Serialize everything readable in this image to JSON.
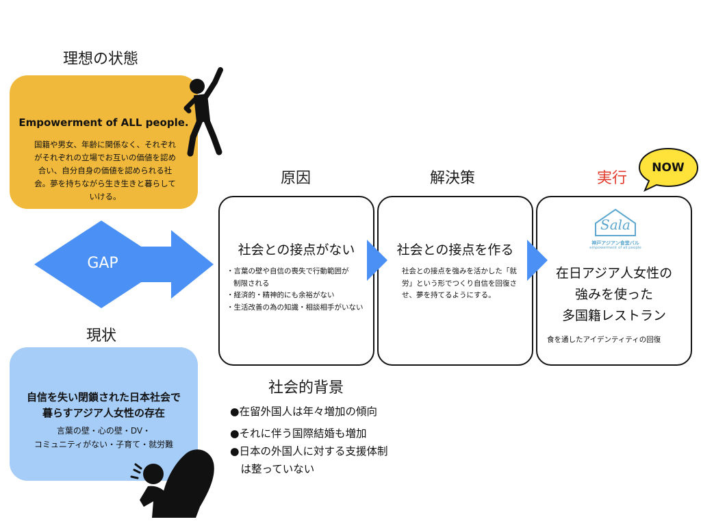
{
  "ideal": {
    "heading": "理想の状態",
    "title": "Empowerment of ALL people.",
    "desc": "国籍や男女、年齢に関係なく、それぞれがそれぞれの立場でお互いの価値を認め合い、自分自身の価値を認められる社会。夢を持ちながら生き生きと暮らしていける。"
  },
  "gap": {
    "label": "GAP"
  },
  "current": {
    "heading": "現状",
    "title_line1": "自信を失い閉鎖された日本社会で",
    "title_line2": "暮らすアジア人女性の存在",
    "desc_line1": "言葉の壁・心の壁・DV・",
    "desc_line2": "コミュニティがない・子育て・就労難"
  },
  "steps": {
    "cause": {
      "heading": "原因",
      "title": "社会との接点がない",
      "bullets": [
        "・言葉の壁や自信の喪失で行動範囲が",
        "  制限される",
        "・経済的・精神的にも余裕がない",
        "・生活改善の為の知識・相談相手がいない"
      ]
    },
    "solution": {
      "heading": "解決策",
      "title": "社会との接点を作る",
      "desc": "社会との接点を強みを活かした「就労」という形でつくり自信を回復させ、夢を持てるようにする。"
    },
    "action": {
      "heading": "実行",
      "badge": "NOW",
      "logo_text": "Sala",
      "logo_sub1": "神戸アジアン食堂バル",
      "logo_sub2": "empowerment of all people",
      "big_line1": "在日アジア人女性の",
      "big_line2": "強みを使った",
      "big_line3": "多国籍レストラン",
      "small": "食を通したアイデンティティの回復"
    }
  },
  "background": {
    "heading": "社会的背景",
    "items": [
      "●在留外国人は年々増加の傾向",
      "●それに伴う国際結婚も増加",
      "●日本の外国人に対する支援体制",
      "　は整っていない"
    ]
  },
  "colors": {
    "ideal_box": "#f0b93b",
    "current_box": "#a6cdf7",
    "arrow_blue": "#4a90f5",
    "action_heading": "#e23b2e",
    "badge_bg": "#ffe23a",
    "logo": "#5aa6cf"
  }
}
